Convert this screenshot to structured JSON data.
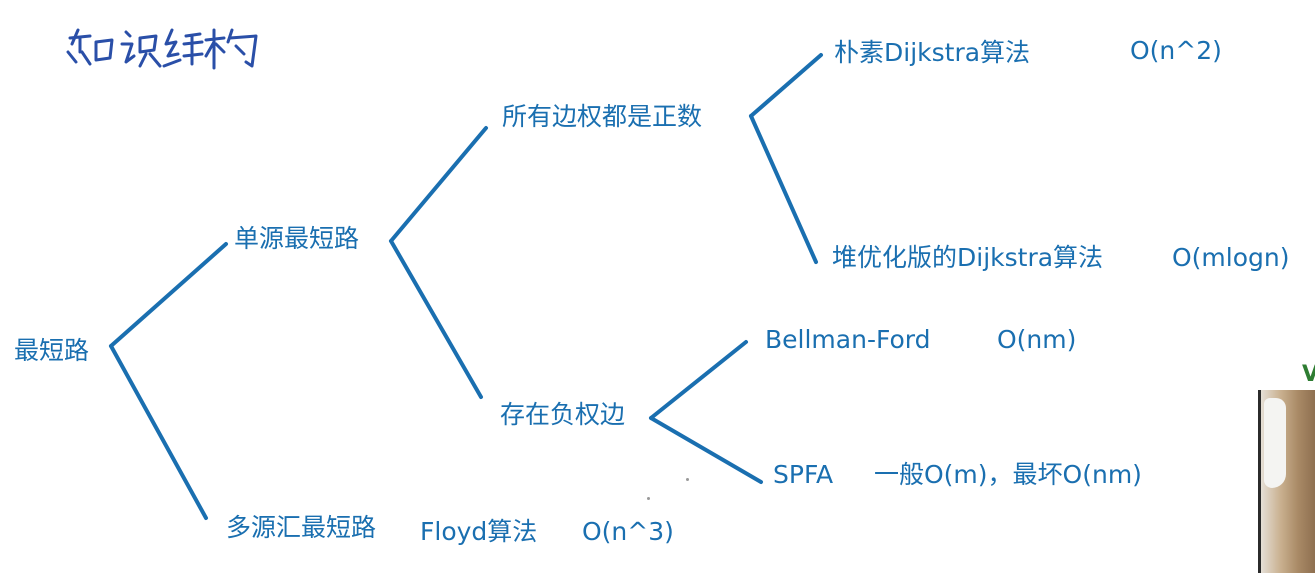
{
  "title": "知识结构",
  "nodes": {
    "root": "最短路",
    "single_source": "单源最短路",
    "multi_source": "多源汇最短路",
    "positive": "所有边权都是正数",
    "negative": "存在负权边",
    "naive_dijkstra": "朴素Dijkstra算法",
    "naive_dijkstra_complexity": "O(n^2)",
    "heap_dijkstra": "堆优化版的Dijkstra算法",
    "heap_dijkstra_complexity": "O(mlogn)",
    "bellman_ford": "Bellman-Ford",
    "bellman_ford_complexity": "O(nm)",
    "spfa": "SPFA",
    "spfa_complexity": "一般O(m)，最坏O(nm)",
    "floyd": "Floyd算法",
    "floyd_complexity": "O(n^3)"
  },
  "colors": {
    "ink": "#1a6fb0",
    "handwriting": "#2a4fa8"
  },
  "webcam": {
    "overlay_letter": "V"
  }
}
